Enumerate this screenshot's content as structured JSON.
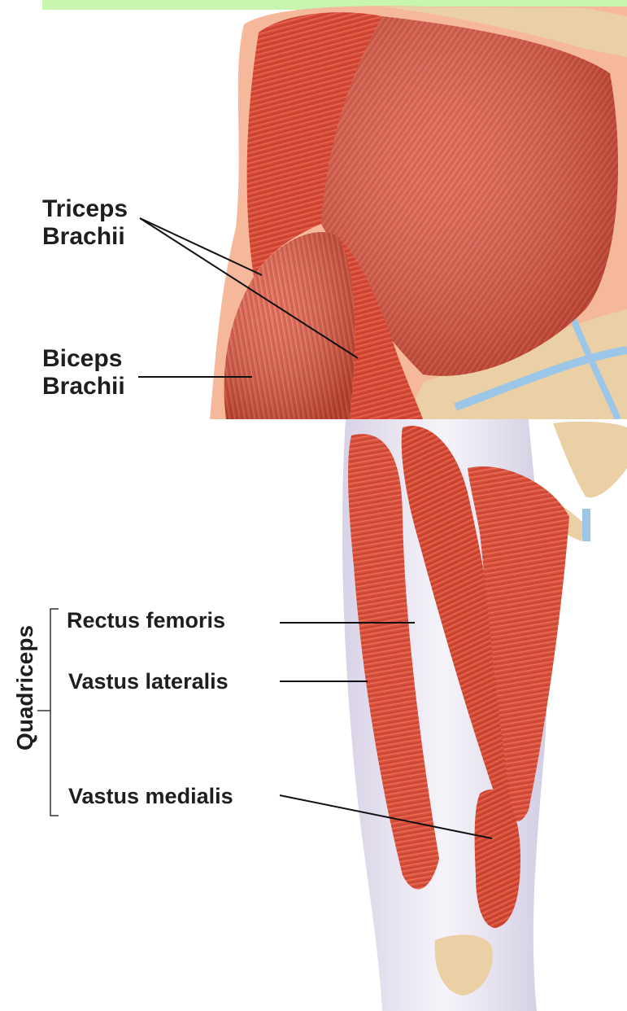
{
  "colors": {
    "muscle": "#d9503c",
    "muscle_dark": "#a92e20",
    "muscle_light": "#f08a70",
    "tendon": "#e8e2ee",
    "bone": "#ead0a4",
    "skin_edge": "#f6b89a",
    "top_band": "#c8f5b0",
    "vessel": "#9cc6e8"
  },
  "arm_labels": {
    "triceps": {
      "line1": "Triceps",
      "line2": "Brachii"
    },
    "biceps": {
      "line1": "Biceps",
      "line2": "Brachii"
    }
  },
  "leg_labels": {
    "group": "Quadriceps",
    "rectus_femoris": "Rectus femoris",
    "vastus_lateralis": "Vastus lateralis",
    "vastus_medialis": "Vastus medialis"
  }
}
